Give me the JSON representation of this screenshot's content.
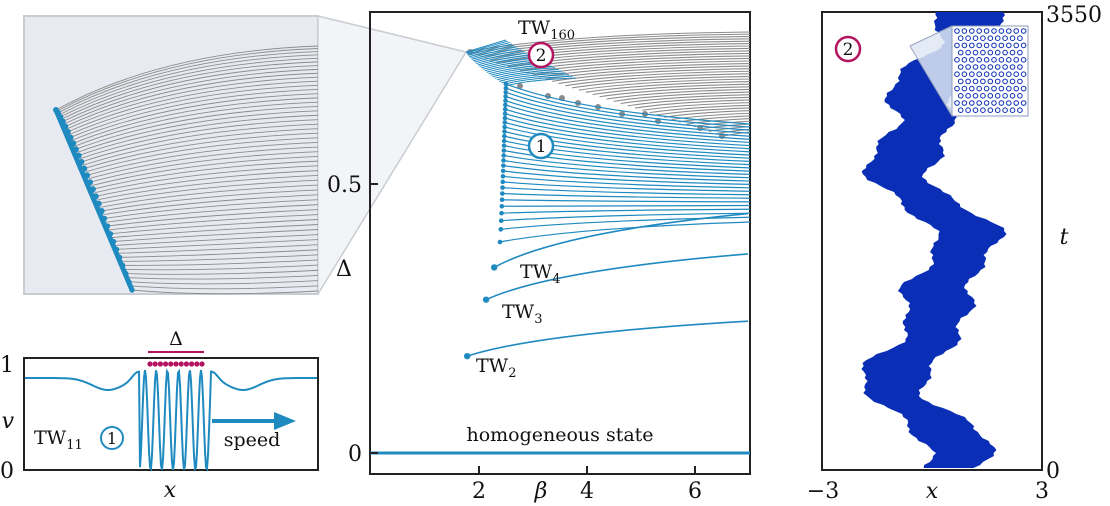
{
  "colors": {
    "branch_blue": "#1f8ac0",
    "branch_gray": "#8c8c8c",
    "homogeneous": "#1f8ac0",
    "marker_purple": "#b3135f",
    "density_blue": "#0a2fb6",
    "inset_bg": "#e7ebf1"
  },
  "main_chart": {
    "xlabel": "β",
    "ylabel": "Δ",
    "x_ticks": [
      "2",
      "4",
      "6"
    ],
    "y_ticks": [
      "0",
      "0.5"
    ],
    "labels": {
      "tw_top": "TW",
      "tw_top_sub": "160",
      "tw4": "TW",
      "tw4_sub": "4",
      "tw3": "TW",
      "tw3_sub": "3",
      "tw2": "TW",
      "tw2_sub": "2",
      "homogeneous": "homogeneous state",
      "marker1": "1",
      "marker2": "2"
    }
  },
  "profile_chart": {
    "xlabel": "x",
    "ylabel": "v",
    "y_ticks": [
      "0",
      "1"
    ],
    "delta_label": "Δ",
    "tw_label": "TW",
    "tw_sub": "11",
    "marker": "1",
    "speed_label": "speed"
  },
  "spacetime_chart": {
    "xlabel": "x",
    "ylabel": "t",
    "x_ticks": [
      "−3",
      "3"
    ],
    "t_ticks": [
      "0",
      "3550"
    ],
    "marker": "2"
  },
  "chart_data": {
    "type": "line",
    "xlabel": "β",
    "ylabel": "Δ",
    "x_ticks": [
      2,
      4,
      6
    ],
    "y_ticks": [
      0,
      0.5
    ],
    "series": [
      {
        "name": "TW2",
        "x": [
          1.8,
          7.0
        ],
        "y": [
          0.18,
          0.245
        ]
      },
      {
        "name": "TW3",
        "x": [
          2.15,
          7.0
        ],
        "y": [
          0.285,
          0.37
        ]
      },
      {
        "name": "TW4",
        "x": [
          2.3,
          7.0
        ],
        "y": [
          0.345,
          0.445
        ]
      },
      {
        "name": "homogeneous state",
        "x": [
          0,
          7.0
        ],
        "y": [
          0,
          0
        ]
      }
    ]
  }
}
